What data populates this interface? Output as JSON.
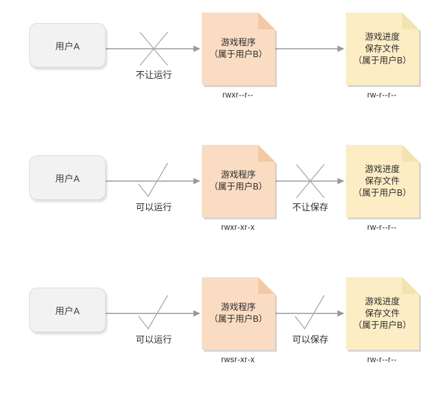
{
  "diagram": {
    "title": "Linux setuid permission illustration",
    "colors": {
      "program_fill": "#fadcc3",
      "program_fold": "#f2c9a4",
      "save_fill": "#fcedc4",
      "save_fold": "#f2e3b0",
      "user_fill": "#f2f2f2",
      "line": "#9a9a9a",
      "text": "#2b2b2b"
    },
    "rows": [
      {
        "user": {
          "label": "用户A"
        },
        "gap1": {
          "marker": "cross-icon",
          "label": "不让运行"
        },
        "program": {
          "lines": [
            "游戏程序",
            "（属于用户B）"
          ],
          "permission": "rwxr--r--"
        },
        "gap2": {
          "marker": "none",
          "label": ""
        },
        "savefile": {
          "lines": [
            "游戏进度",
            "保存文件",
            "（属于用户B）"
          ],
          "permission": "rw-r--r--"
        }
      },
      {
        "user": {
          "label": "用户A"
        },
        "gap1": {
          "marker": "check-icon",
          "label": "可以运行"
        },
        "program": {
          "lines": [
            "游戏程序",
            "（属于用户B）"
          ],
          "permission": "rwxr-xr-x"
        },
        "gap2": {
          "marker": "cross-icon",
          "label": "不让保存"
        },
        "savefile": {
          "lines": [
            "游戏进度",
            "保存文件",
            "（属于用户B）"
          ],
          "permission": "rw-r--r--"
        }
      },
      {
        "user": {
          "label": "用户A"
        },
        "gap1": {
          "marker": "check-icon",
          "label": "可以运行"
        },
        "program": {
          "lines": [
            "游戏程序",
            "（属于用户B）"
          ],
          "permission": "rwsr-xr-x"
        },
        "gap2": {
          "marker": "check-icon",
          "label": "可以保存"
        },
        "savefile": {
          "lines": [
            "游戏进度",
            "保存文件",
            "（属于用户B）"
          ],
          "permission": "rw-r--r--"
        }
      }
    ]
  }
}
